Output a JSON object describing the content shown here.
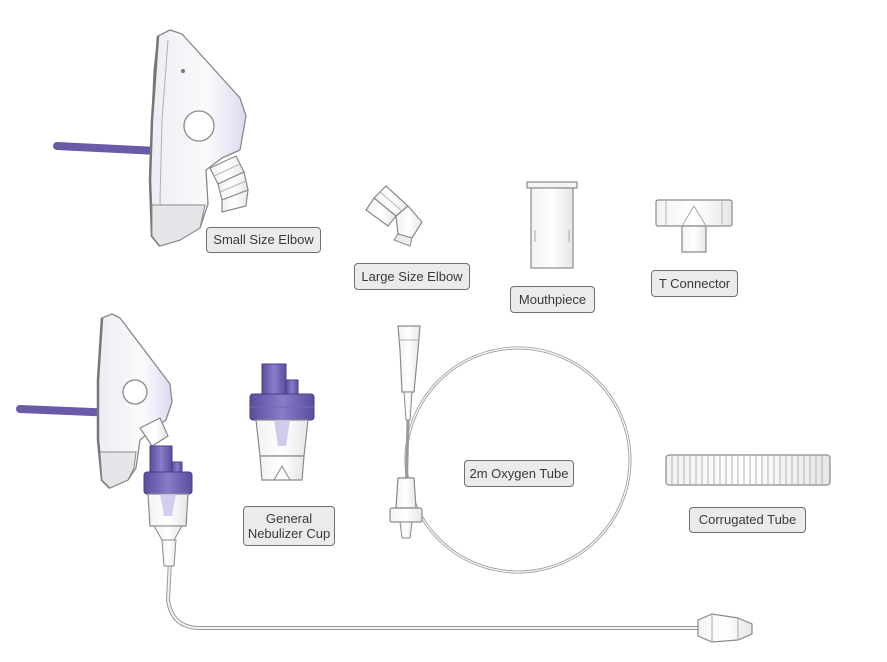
{
  "labels": {
    "small_elbow": "Small Size Elbow",
    "large_elbow": "Large Size Elbow",
    "mouthpiece": "Mouthpiece",
    "t_connector": "T Connector",
    "oxygen_tube": "2m Oxygen Tube",
    "nebulizer_line1": "General",
    "nebulizer_line2": "Nebulizer Cup",
    "corrugated_tube": "Corrugated Tube"
  },
  "colors": {
    "accent_purple": "#6a5aa8",
    "light_purple": "#b7aee0",
    "outline_gray": "#8a8a8a",
    "label_bg": "#ebebeb",
    "label_border": "#6f6f6f",
    "label_text": "#3a3a3a"
  }
}
